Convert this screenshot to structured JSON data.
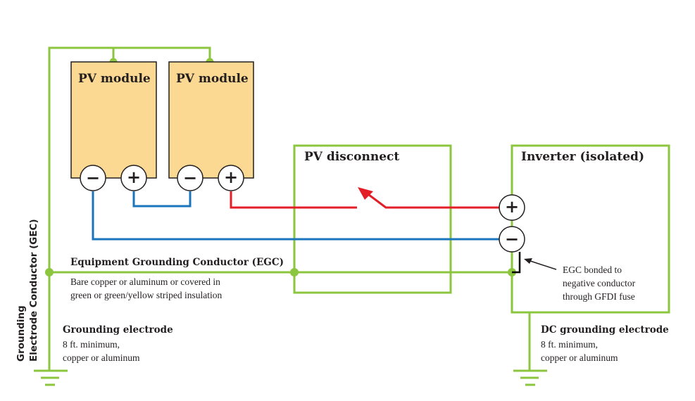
{
  "colors": {
    "ground": "#8cc63f",
    "negative": "#1a75bc",
    "positive": "#e31e26",
    "module_fill": "#fcd992",
    "outline": "#231f20"
  },
  "modules": [
    {
      "label": "PV module",
      "terminals": [
        "−",
        "+"
      ]
    },
    {
      "label": "PV module",
      "terminals": [
        "−",
        "+"
      ]
    }
  ],
  "disconnect": {
    "label": "PV disconnect"
  },
  "inverter": {
    "label": "Inverter (isolated)",
    "terminals": [
      "+",
      "−"
    ]
  },
  "egc": {
    "title": "Equipment Grounding Conductor (EGC)",
    "desc_line1": "Bare copper or aluminum or covered in",
    "desc_line2": "green or green/yellow striped insulation"
  },
  "gec": {
    "line1": "Grounding",
    "line2": "Electrode Conductor (GEC)"
  },
  "grounding_electrode": {
    "title": "Grounding electrode",
    "line1": "8 ft. minimum,",
    "line2": "copper or aluminum"
  },
  "dc_grounding_electrode": {
    "title": "DC grounding electrode",
    "line1": "8 ft. minimum,",
    "line2": "copper or aluminum"
  },
  "egc_bond_note": {
    "line1": "EGC bonded to",
    "line2": "negative conductor",
    "line3": "through GFDI fuse"
  }
}
